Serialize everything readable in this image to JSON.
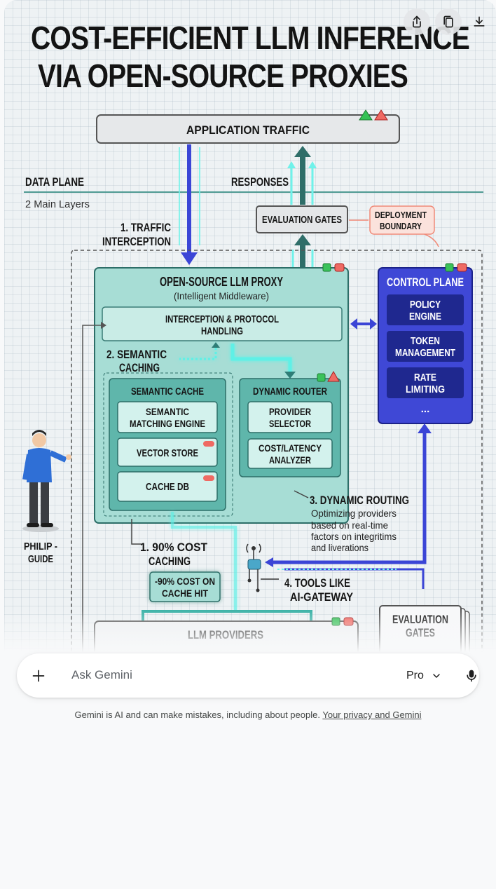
{
  "toolbar": {
    "share_icon": "share-icon",
    "copy_icon": "copy-icon",
    "download_icon": "download-icon"
  },
  "diagram": {
    "title_line1": "COST-EFFICIENT LLM INFERENCE",
    "title_line2": "VIA OPEN-SOURCE PROXIES",
    "application_traffic": "APPLICATION TRAFFIC",
    "data_plane": "DATA PLANE",
    "main_layers": "2 Main Layers",
    "responses": "RESPONSES",
    "traffic_interception_1": "1. TRAFFIC",
    "traffic_interception_2": "INTERCEPTION",
    "evaluation_gates_top": "EVALUATION GATES",
    "deployment_boundary_1": "DEPLOYMENT",
    "deployment_boundary_2": "BOUNDARY",
    "proxy_title": "OPEN-SOURCE LLM PROXY",
    "proxy_subtitle": "(Intelligent Middleware)",
    "interception_1": "INTERCEPTION & PROTOCOL",
    "interception_2": "HANDLING",
    "semantic_caching_1": "2. SEMANTIC",
    "semantic_caching_2": "CACHING",
    "semantic_cache": "SEMANTIC CACHE",
    "matching_engine_1": "SEMANTIC",
    "matching_engine_2": "MATCHING ENGINE",
    "vector_store": "VECTOR STORE",
    "cache_db": "CACHE DB",
    "dynamic_router": "DYNAMIC ROUTER",
    "provider_selector_1": "PROVIDER",
    "provider_selector_2": "SELECTOR",
    "cost_latency_1": "COST/LATENCY",
    "cost_latency_2": "ANALYZER",
    "control_plane": "CONTROL PLANE",
    "policy_engine_1": "POLICY",
    "policy_engine_2": "ENGINE",
    "token_management_1": "TOKEN",
    "token_management_2": "MANAGEMENT",
    "rate_limiting_1": "RATE",
    "rate_limiting_2": "LIMITING",
    "control_more": "...",
    "guide_name_1": "PHILIP -",
    "guide_name_2": "GUIDE",
    "cost_caching_1": "1. 90% COST",
    "cost_caching_2": "CACHING",
    "cost_hit_1": "-90% COST ON",
    "cost_hit_2": "CACHE HIT",
    "dynamic_routing": "3. DYNAMIC ROUTING",
    "routing_desc_1": "Optimizing providers",
    "routing_desc_2": "based on real-time",
    "routing_desc_3": "factors on integritims",
    "routing_desc_4": "and liverations",
    "tools_1": "4. TOOLS LIKE",
    "tools_2": "AI-GATEWAY",
    "llm_providers": "LLM PROVIDERS",
    "evaluation_gates_bottom_1": "EVALUATION",
    "evaluation_gates_bottom_2": "GATES"
  },
  "input": {
    "placeholder": "Ask Gemini",
    "model": "Pro"
  },
  "footer": {
    "disclaimer": "Gemini is AI and can make mistakes, including about people.",
    "privacy_link": "Your privacy and Gemini"
  },
  "colors": {
    "teal_panel": "#a7ddd5",
    "teal_border": "#2d6e68",
    "control_plane": "#3f48d6",
    "control_item": "#1f288f",
    "glow": "#5ff0e6"
  }
}
